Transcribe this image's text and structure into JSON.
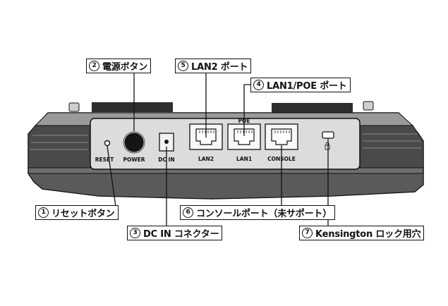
{
  "callouts": {
    "power_button": {
      "num": "2",
      "label": "電源ボタン"
    },
    "lan2_port": {
      "num": "5",
      "label": "LAN2 ポート"
    },
    "lan1_poe_port": {
      "num": "4",
      "label": "LAN1/POE ポート"
    },
    "reset_button": {
      "num": "1",
      "label": "リセットボタン"
    },
    "console_port": {
      "num": "6",
      "label": "コンソールポート（未サポート）"
    },
    "dc_in_connector": {
      "num": "3",
      "label": "DC IN コネクター"
    },
    "kensington_lock": {
      "num": "7",
      "label": "Kensington ロック用穴"
    }
  },
  "device_labels": {
    "reset": "RESET",
    "power": "POWER",
    "dc_in": "DC IN",
    "poe": "POE",
    "lan2": "LAN2",
    "lan1": "LAN1",
    "console": "CONSOLE"
  },
  "colors": {
    "line": "#111111",
    "device_dark": "#3a3a3a",
    "device_mid": "#6e6e6e",
    "device_light": "#d6d6d6",
    "background": "#ffffff"
  }
}
